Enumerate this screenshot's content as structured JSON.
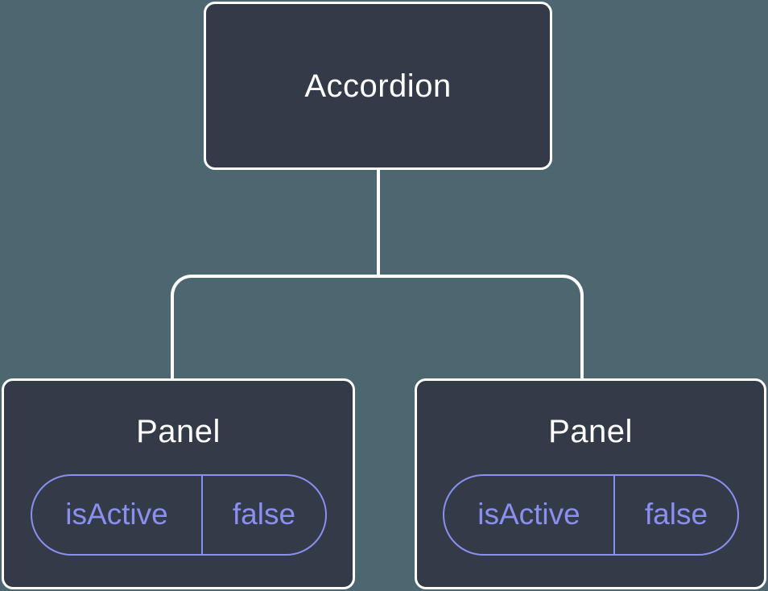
{
  "diagram": {
    "type": "component-tree",
    "root": {
      "label": "Accordion"
    },
    "children": [
      {
        "label": "Panel",
        "state": {
          "key": "isActive",
          "value": "false"
        }
      },
      {
        "label": "Panel",
        "state": {
          "key": "isActive",
          "value": "false"
        }
      }
    ],
    "colors": {
      "background": "#4c6770",
      "node_fill": "#343b48",
      "node_border": "#ffffff",
      "node_text": "#ffffff",
      "connector": "#ffffff",
      "state_accent": "#8a8ff0"
    }
  }
}
